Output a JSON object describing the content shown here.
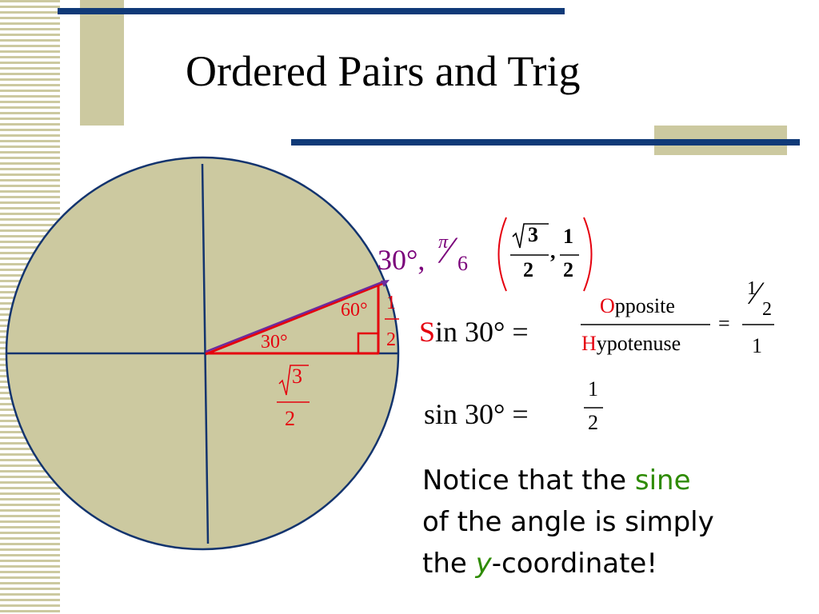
{
  "slide": {
    "title": "Ordered Pairs and Trig"
  },
  "diagram": {
    "angle_label": "30°",
    "top_angle_label": "60°",
    "side_opposite": {
      "num": "1",
      "den": "2"
    },
    "side_adjacent": {
      "root": "3",
      "den": "2",
      "radical": "√"
    },
    "point_label": {
      "degrees": "30°,",
      "pi": "π",
      "slash": "⁄",
      "six": "6"
    },
    "coordinate": {
      "open": "(",
      "close": ")",
      "x": {
        "radical": "√",
        "root": "3",
        "den": "2"
      },
      "comma": ",",
      "y": {
        "num": "1",
        "den": "2"
      }
    }
  },
  "equations": {
    "soh_lhs_first": "S",
    "soh_lhs_rest": "in 30° =",
    "opposite_first": "O",
    "opposite_rest": "pposite",
    "hypotenuse_first": "H",
    "hypotenuse_rest": "ypotenuse",
    "equals": "=",
    "ratio_num_num": "1",
    "ratio_num_slash": "⁄",
    "ratio_num_den": "2",
    "ratio_den": "1",
    "sin_lhs": "sin 30° =",
    "sin_num": "1",
    "sin_den": "2"
  },
  "note": {
    "line1_a": "Notice that the ",
    "line1_sine": "sine",
    "line2": "of the angle is simply",
    "line3_a": "the ",
    "line3_y": "y",
    "line3_b": "-coordinate!"
  },
  "colors": {
    "bars": "#103a78",
    "accent_blocks": "#ccc9a0",
    "circle_fill": "#ccc9a0",
    "circle_stroke": "#13346e",
    "triangle": "#e5000e",
    "radius_line": "#6a2c9e"
  }
}
